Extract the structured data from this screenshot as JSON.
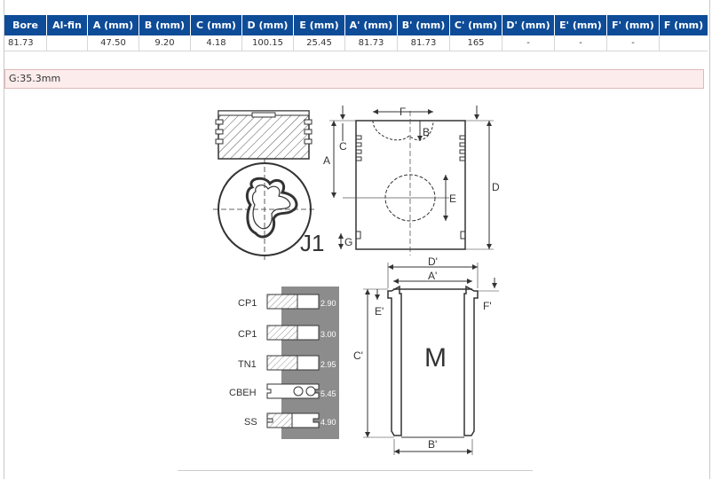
{
  "table": {
    "headers": [
      "Bore",
      "Al-fin",
      "A (mm)",
      "B (mm)",
      "C (mm)",
      "D (mm)",
      "E (mm)",
      "A' (mm)",
      "B' (mm)",
      "C' (mm)",
      "D' (mm)",
      "E' (mm)",
      "F' (mm)",
      "F (mm)"
    ],
    "row": [
      "81.73",
      "",
      "47.50",
      "9.20",
      "4.18",
      "100.15",
      "25.45",
      "81.73",
      "81.73",
      "165",
      "-",
      "-",
      "-",
      ""
    ]
  },
  "note": "G:35.3mm",
  "diagram": {
    "piston_code": "J1",
    "liner_code": "M",
    "dim_labels": {
      "A": "A",
      "B": "B",
      "C": "C",
      "D": "D",
      "E": "E",
      "F": "F",
      "G": "G",
      "A_prime": "A'",
      "B_prime": "B'",
      "C_prime": "C'",
      "D_prime": "D'",
      "E_prime": "E'",
      "F_prime": "F'"
    },
    "rings": [
      {
        "name": "CP1",
        "value": "2.90"
      },
      {
        "name": "CP1",
        "value": "3.00"
      },
      {
        "name": "TN1",
        "value": "2.95"
      },
      {
        "name": "CBEH",
        "value": "5.45"
      },
      {
        "name": "SS",
        "value": "4.90"
      }
    ]
  }
}
